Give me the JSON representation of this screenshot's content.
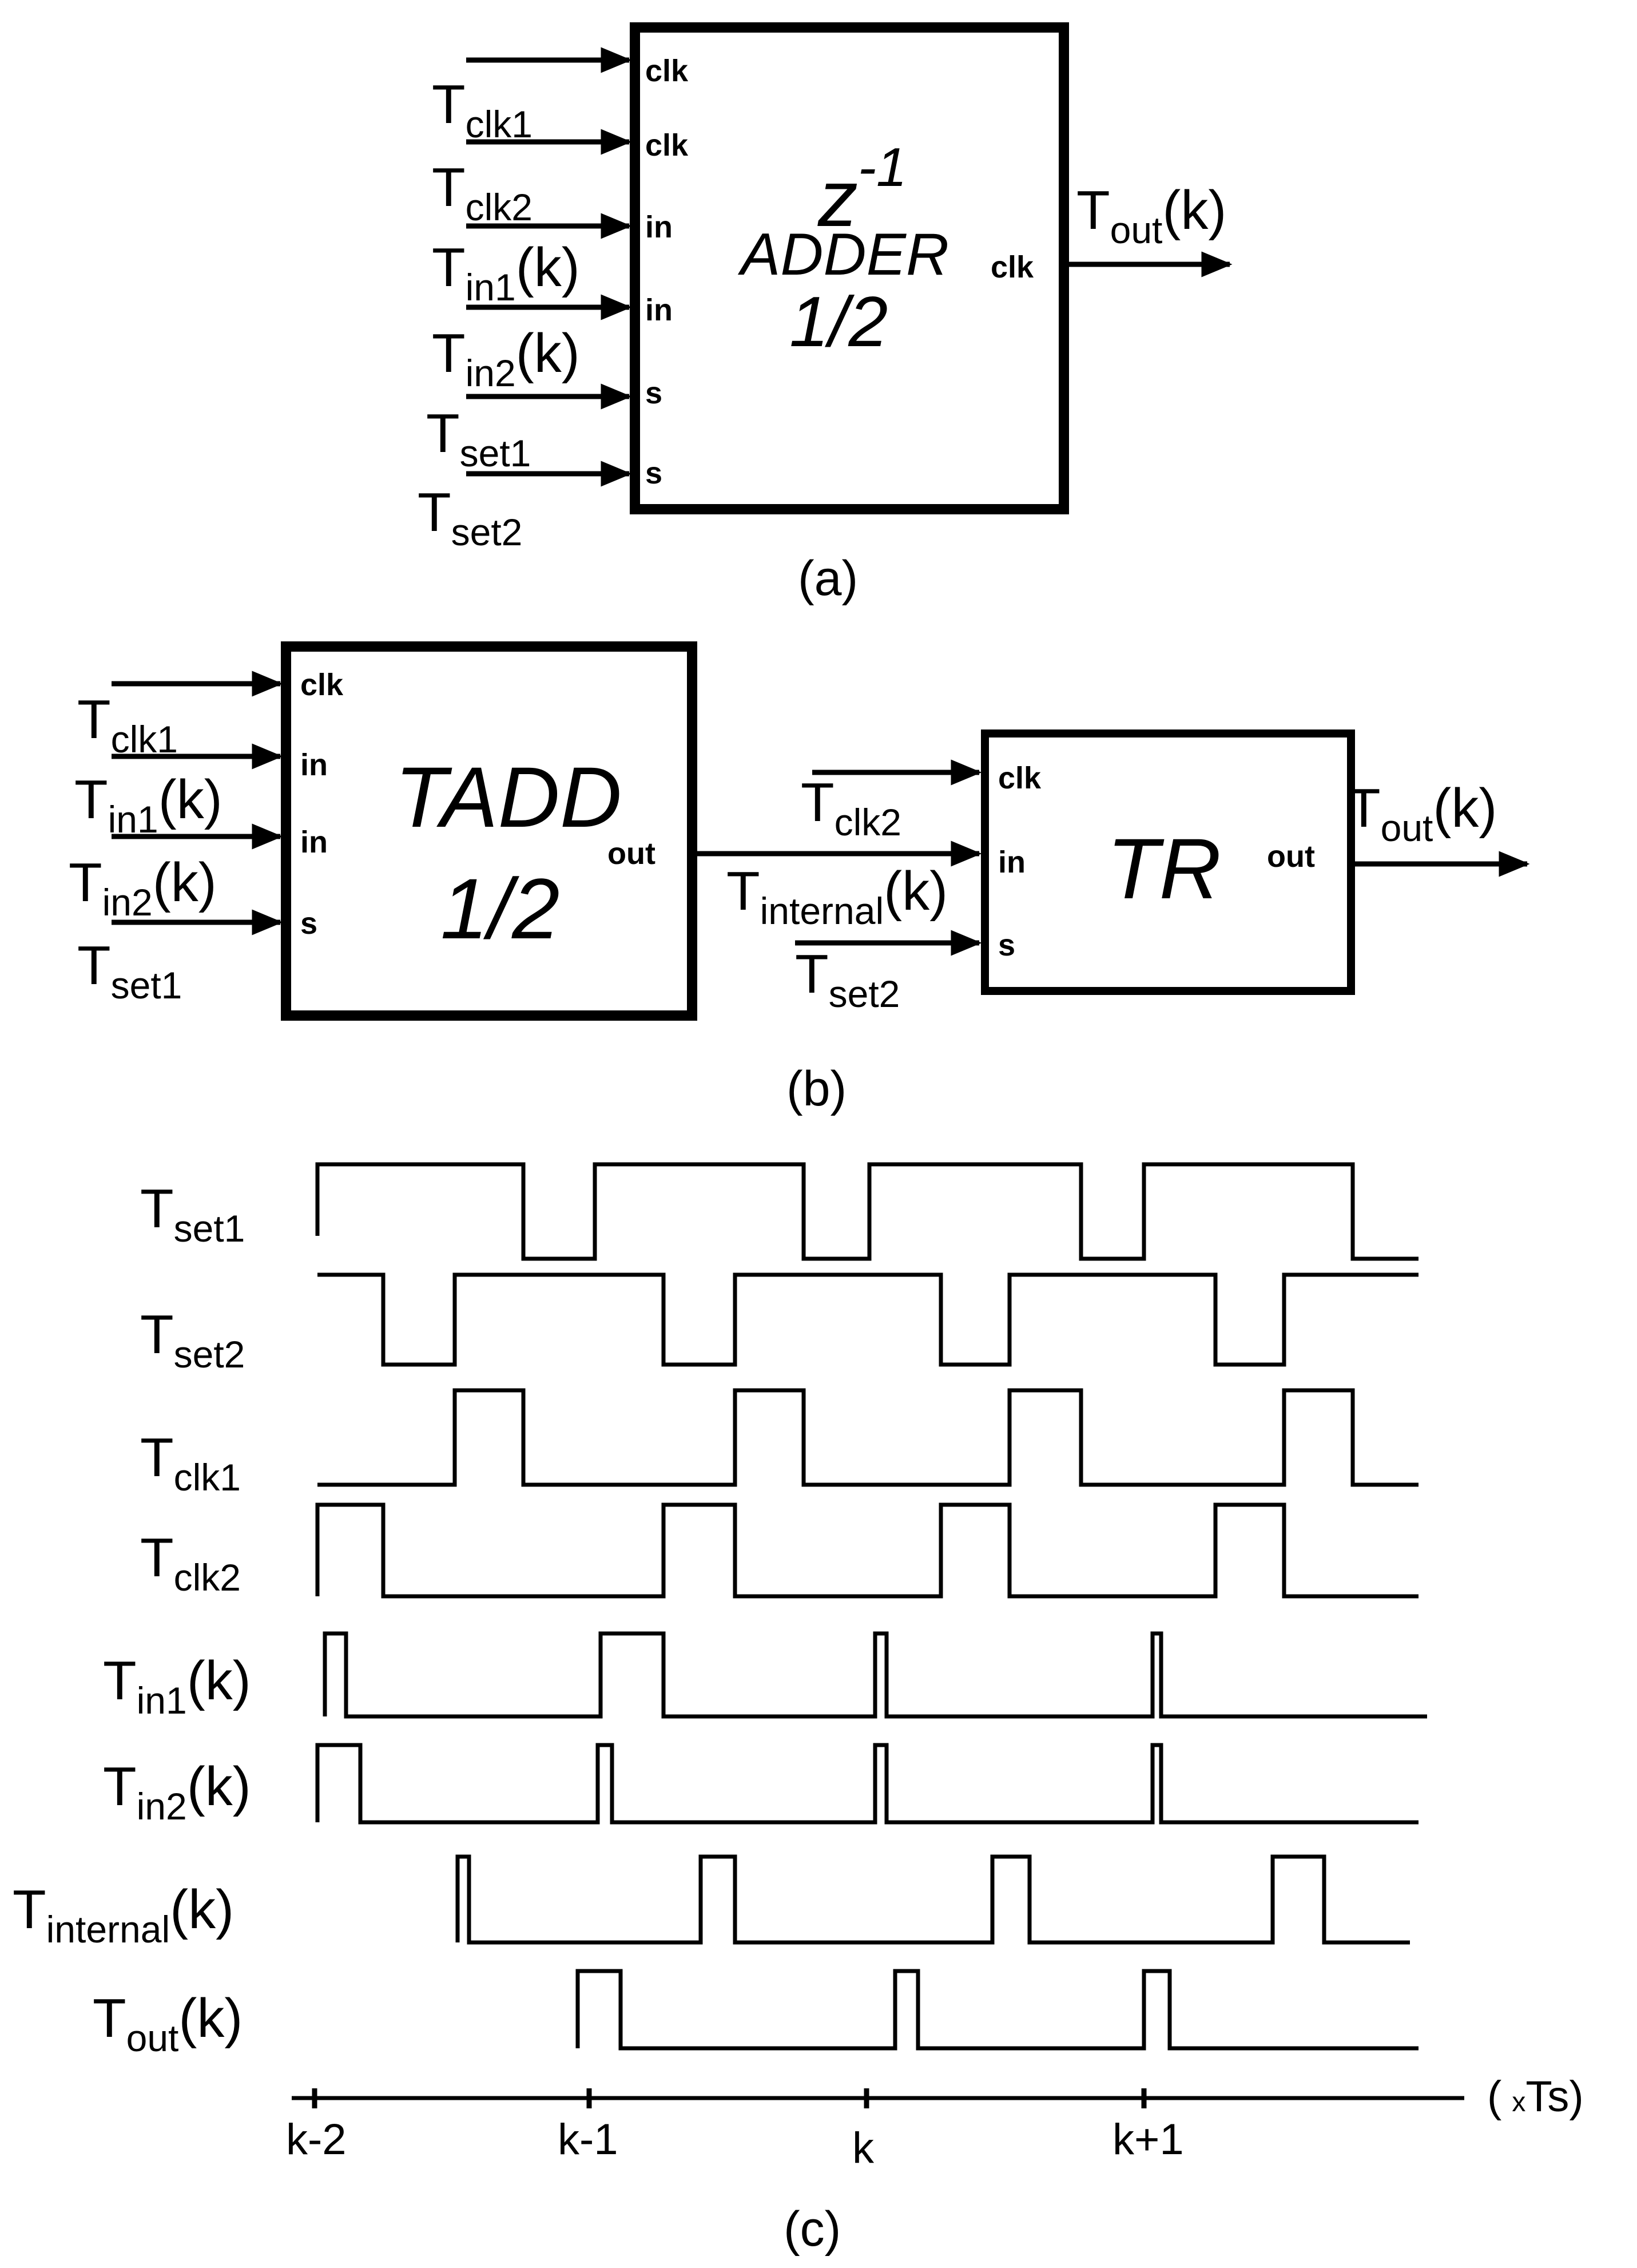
{
  "panel_a": {
    "ports_in": [
      "clk",
      "clk",
      "in",
      "in",
      "s",
      "s"
    ],
    "port_out": "clk",
    "title_base": "z",
    "title_exp": "-1",
    "title_line2": "ADDER",
    "title_line3": "1/2",
    "inputs": [
      {
        "base": "T",
        "sub": "clk1",
        "suffix": ""
      },
      {
        "base": "T",
        "sub": "clk2",
        "suffix": ""
      },
      {
        "base": "T",
        "sub": "in1",
        "suffix": "(k)"
      },
      {
        "base": "T",
        "sub": "in2",
        "suffix": "(k)"
      },
      {
        "base": "T",
        "sub": "set1",
        "suffix": ""
      },
      {
        "base": "T",
        "sub": "set2",
        "suffix": ""
      }
    ],
    "output": {
      "base": "T",
      "sub": "out",
      "suffix": "(k)"
    },
    "caption": "(a)"
  },
  "panel_b": {
    "tadd_ports_in": [
      "clk",
      "in",
      "in",
      "s"
    ],
    "tadd_port_out": "out",
    "tadd_title1": "TADD",
    "tadd_title2": "1/2",
    "tadd_inputs": [
      {
        "base": "T",
        "sub": "clk1",
        "suffix": ""
      },
      {
        "base": "T",
        "sub": "in1",
        "suffix": "(k)"
      },
      {
        "base": "T",
        "sub": "in2",
        "suffix": "(k)"
      },
      {
        "base": "T",
        "sub": "set1",
        "suffix": ""
      }
    ],
    "tr_ports_in": [
      "clk",
      "in",
      "s"
    ],
    "tr_port_out": "out",
    "tr_title": "TR",
    "tr_inputs": [
      {
        "base": "T",
        "sub": "clk2",
        "suffix": ""
      },
      {
        "base": "T",
        "sub": "internal",
        "suffix": "(k)"
      },
      {
        "base": "T",
        "sub": "set2",
        "suffix": ""
      }
    ],
    "output": {
      "base": "T",
      "sub": "out",
      "suffix": "(k)"
    },
    "caption": "(b)"
  },
  "panel_c": {
    "signals": [
      {
        "base": "T",
        "sub": "set1",
        "suffix": ""
      },
      {
        "base": "T",
        "sub": "set2",
        "suffix": ""
      },
      {
        "base": "T",
        "sub": "clk1",
        "suffix": ""
      },
      {
        "base": "T",
        "sub": "clk2",
        "suffix": ""
      },
      {
        "base": "T",
        "sub": "in1",
        "suffix": "(k)"
      },
      {
        "base": "T",
        "sub": "in2",
        "suffix": "(k)"
      },
      {
        "base": "T",
        "sub": "internal",
        "suffix": "(k)"
      },
      {
        "base": "T",
        "sub": "out",
        "suffix": "(k)"
      }
    ],
    "ticks": [
      "k-2",
      "k-1",
      "k",
      "k+1"
    ],
    "unit_open": "(",
    "unit_x": "x",
    "unit_text": "Ts)",
    "caption": "(c)"
  }
}
